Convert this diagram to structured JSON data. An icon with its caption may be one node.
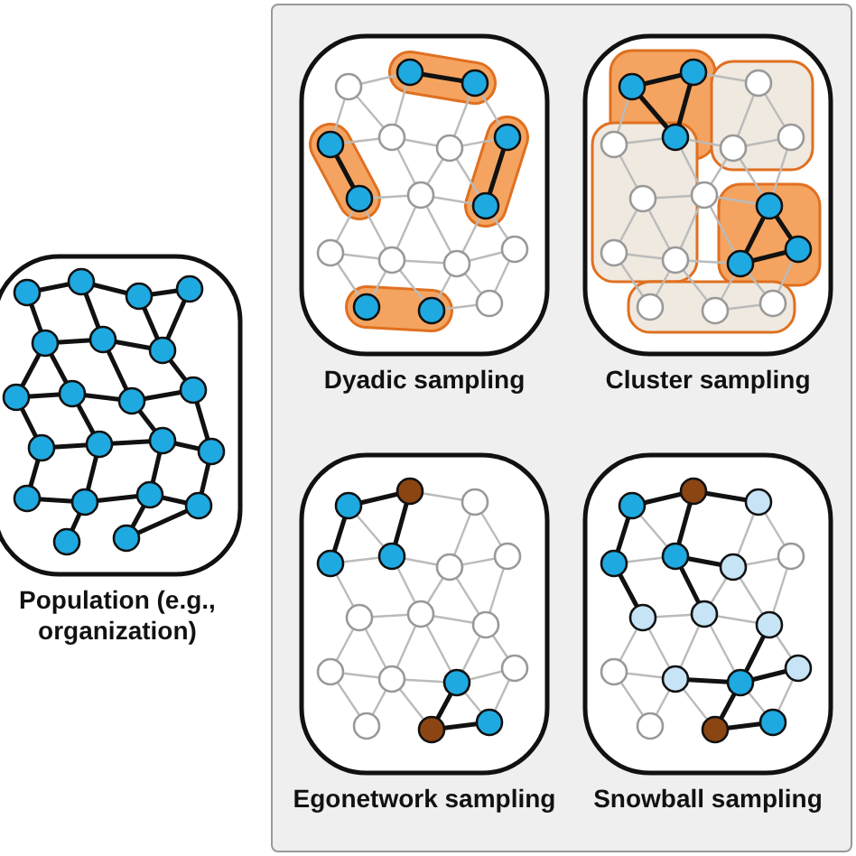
{
  "diagram": {
    "nodes": [
      {
        "text": [
          "Population (e.g., organization)"
        ]
      },
      {
        "text": [
          "Dyadic sampling"
        ]
      },
      {
        "text": [
          "Cluster sampling"
        ]
      },
      {
        "text": [
          "Egonetwork sampling"
        ]
      },
      {
        "text": [
          "Snowball sampling"
        ]
      }
    ]
  }
}
